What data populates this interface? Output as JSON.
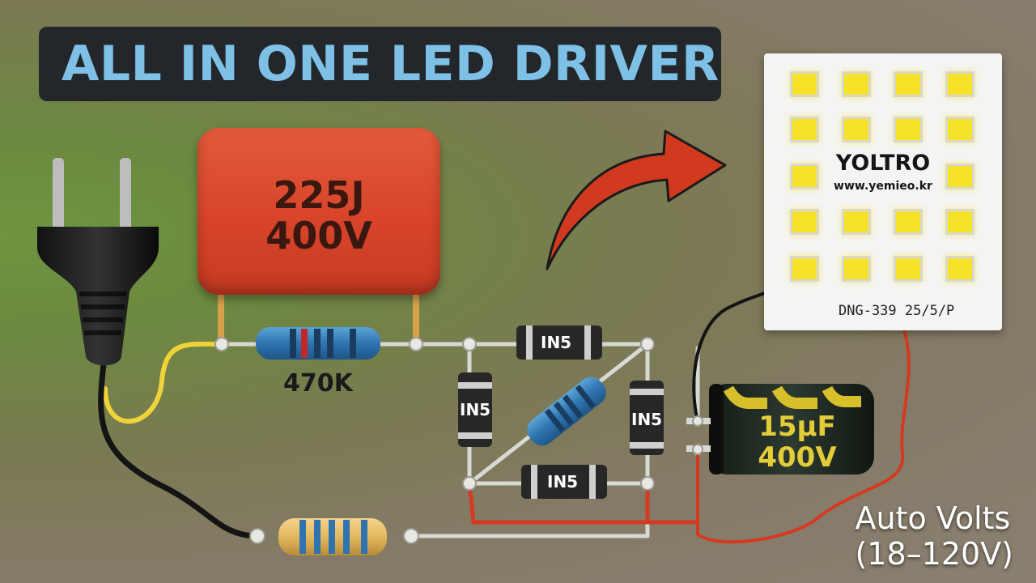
{
  "title": "ALL IN ONE LED DRIVER",
  "film_capacitor": {
    "line1": "225J",
    "line2": "400V"
  },
  "resistor_main": {
    "label": "470K"
  },
  "diodes": {
    "top": "IN5",
    "left": "IN5",
    "right": "IN5",
    "bottom": "IN5"
  },
  "electrolytic_capacitor": {
    "line1": "15μF",
    "line2": "400V"
  },
  "led_board": {
    "brand": "YOLTRO",
    "url": "www.yemieo.kr",
    "model": "DNG-339 25/5/P"
  },
  "output_note": {
    "line1": "Auto Volts",
    "line2": "(18–120V)"
  },
  "colors": {
    "title_text": "#7fc0e6",
    "title_bg": "#23272b",
    "capacitor": "#d8442a",
    "wire_red": "#d43a22",
    "wire_yellow": "#f0d23a",
    "led": "#f7e22a"
  },
  "icons": [
    "plug-icon",
    "arrow-icon"
  ]
}
